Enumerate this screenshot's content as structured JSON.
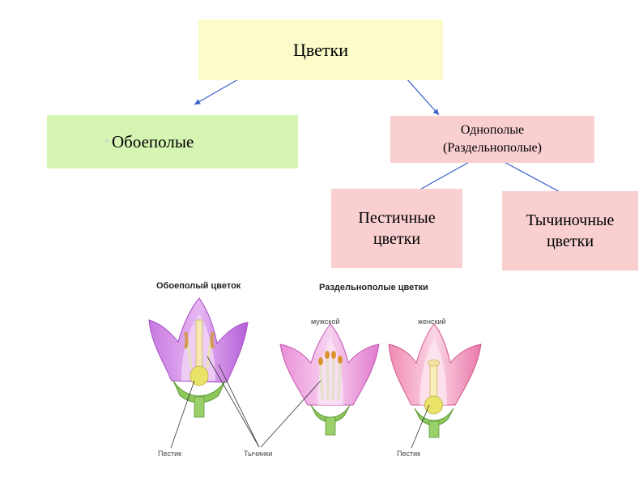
{
  "root": {
    "label": "Цветки"
  },
  "bisexual": {
    "label": "Обоеполые"
  },
  "unisexual": {
    "line1": "Однополые",
    "line2": "(Раздельнополые)"
  },
  "pistillate": {
    "line1": "Пестичные",
    "line2": "цветки"
  },
  "staminate": {
    "line1": "Тычиночные",
    "line2": "цветки"
  },
  "figure": {
    "bisexual_title": "Обоеполый цветок",
    "unisexual_title": "Раздельнополые цветки",
    "male_label": "мужской",
    "female_label": "женский",
    "pistil_label": "Пестик",
    "stamens_label": "Тычинки",
    "pistil_label_2": "Пестик"
  },
  "colors": {
    "root_bg": "#fbfcc9",
    "bisexual_bg": "#d6f5b3",
    "unisexual_bg": "#f9cfd0",
    "arrow": "#3b5fc8"
  }
}
